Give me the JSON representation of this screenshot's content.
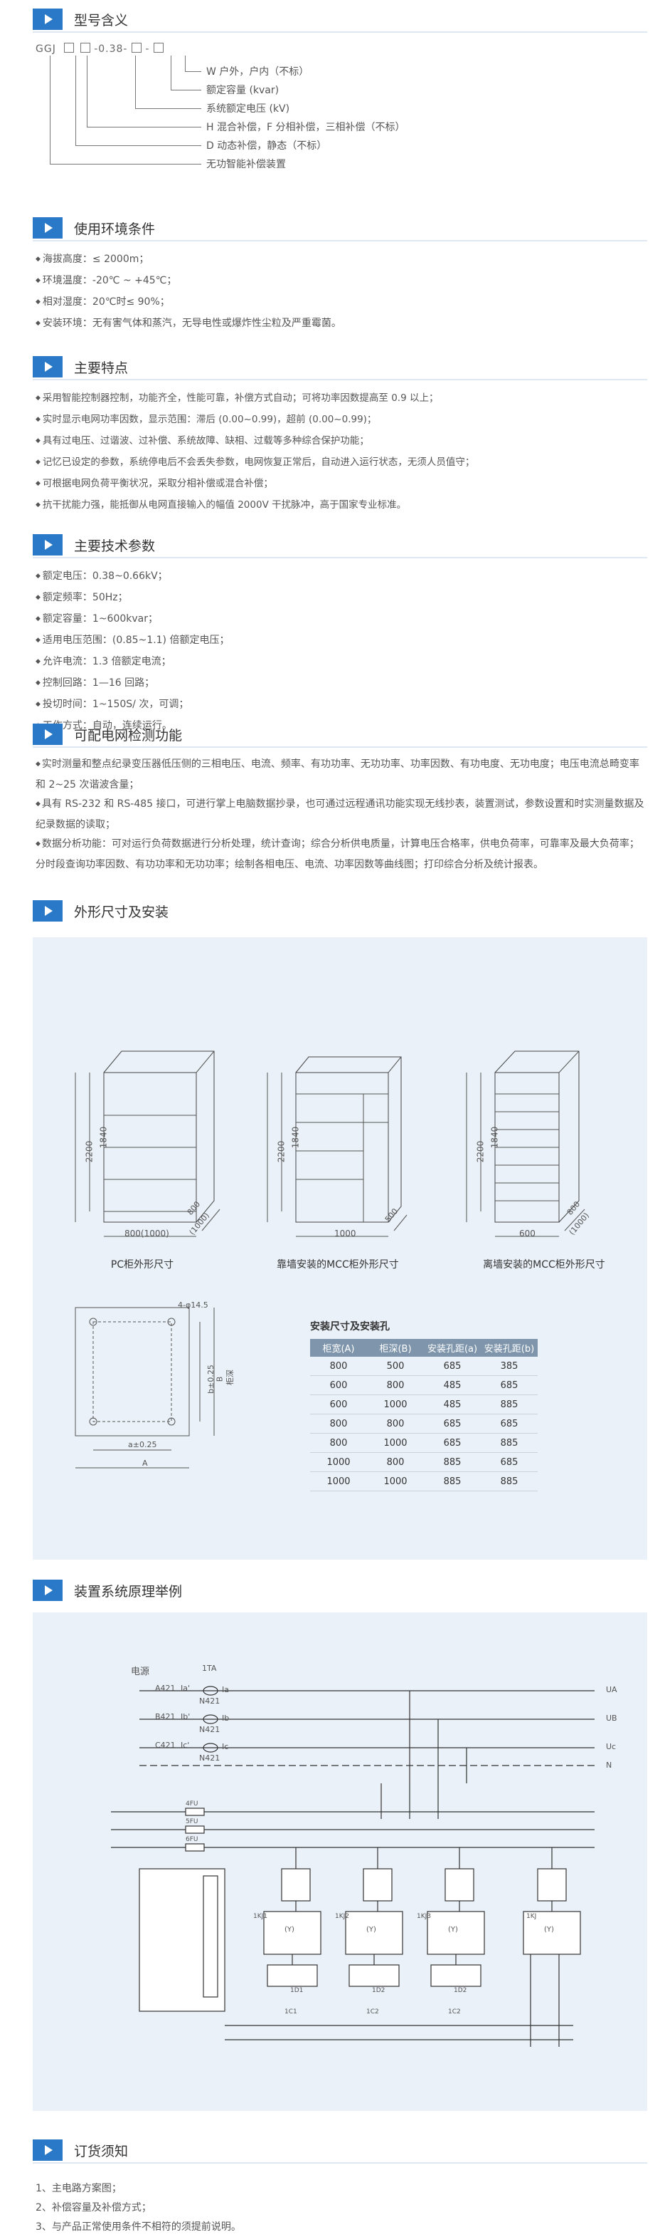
{
  "sections": {
    "model": {
      "title": "型号含义"
    },
    "env": {
      "title": "使用环境条件"
    },
    "features": {
      "title": "主要特点"
    },
    "tech": {
      "title": "主要技术参数"
    },
    "monitor": {
      "title": "可配电网检测功能"
    },
    "dims": {
      "title": "外形尺寸及安装"
    },
    "principle": {
      "title": "装置系统原理举例"
    },
    "order": {
      "title": "订货须知"
    }
  },
  "model": {
    "code_prefix": "GGJ",
    "code_sep": "-0.38-",
    "legend": [
      "W 户外，户内（不标）",
      "额定容量 (kvar)",
      "系统额定电压 (kV)",
      "H 混合补偿，F 分相补偿，三相补偿（不标）",
      "D 动态补偿，静态（不标）",
      "无功智能补偿装置"
    ]
  },
  "env_items": [
    "海拔高度：≤ 2000m；",
    "环境温度：-20℃ ~ +45℃；",
    "相对湿度：20℃时≤ 90%；",
    "安装环境：无有害气体和蒸汽，无导电性或爆炸性尘粒及严重霉菌。"
  ],
  "feature_items": [
    "采用智能控制器控制，功能齐全，性能可靠，补偿方式自动；可将功率因数提高至 0.9 以上；",
    "实时显示电网功率因数，显示范围：滞后 (0.00~0.99)，超前 (0.00~0.99)；",
    "具有过电压、过谐波、过补偿、系统故障、缺相、过载等多种综合保护功能；",
    "记忆已设定的参数，系统停电后不会丢失参数，电网恢复正常后，自动进入运行状态，无须人员值守；",
    "可根据电网负荷平衡状况，采取分相补偿或混合补偿；",
    "抗干扰能力强，能抵御从电网直接输入的幅值 2000V 干扰脉冲，高于国家专业标准。"
  ],
  "tech_items": [
    "额定电压：0.38~0.66kV；",
    "额定频率：50Hz；",
    "额定容量：1~600kvar；",
    "适用电压范围：(0.85~1.1) 倍额定电压；",
    "允许电流：1.3 倍额定电流；",
    "控制回路：1—16 回路；",
    "投切时间：1~150S/ 次，可调；",
    "工作方式：自动，连续运行。"
  ],
  "monitor_items": [
    "实时测量和整点纪录变压器低压侧的三相电压、电流、频率、有功功率、无功功率、功率因数、有功电度、无功电度；电压电流总畸变率和 2~25 次谐波含量；",
    "具有 RS-232 和 RS-485 接口，可进行掌上电脑数据抄录，也可通过远程通讯功能实现无线抄表，装置测试，参数设置和时实测量数据及纪录数据的读取；",
    "数据分析功能：可对运行负荷数据进行分析处理，统计查询；综合分析供电质量，计算电压合格率，供电负荷率，可靠率及最大负荷率；分时段查询功率因数、有功功率和无功功率；绘制各相电压、电流、功率因数等曲线图；打印综合分析及统计报表。"
  ],
  "cabinets": [
    {
      "caption": "PC柜外形尺寸",
      "height_outer": "2200",
      "height_inner": "1840",
      "width": "800(1000)",
      "depth": "800",
      "depth2": "(1000)"
    },
    {
      "caption": "靠墙安装的MCC柜外形尺寸",
      "height_outer": "2200",
      "height_inner": "1840",
      "width": "1000",
      "depth": "500",
      "depth2": ""
    },
    {
      "caption": "离墙安装的MCC柜外形尺寸",
      "height_outer": "2200",
      "height_inner": "1840",
      "width": "600",
      "depth": "800",
      "depth2": "(1000)"
    }
  ],
  "holes": {
    "hole_label": "4-φ14.5",
    "b_label": "b±0.25",
    "B_label": "B",
    "side_label": "柜深",
    "a_label": "a±0.25",
    "A_label": "A"
  },
  "spec_table": {
    "title": "安装尺寸及安装孔",
    "headers": [
      "柜宽(A)",
      "柜深(B)",
      "安装孔距(a)",
      "安装孔距(b)"
    ],
    "rows": [
      [
        "800",
        "500",
        "685",
        "385"
      ],
      [
        "600",
        "800",
        "485",
        "685"
      ],
      [
        "600",
        "1000",
        "485",
        "885"
      ],
      [
        "800",
        "800",
        "685",
        "685"
      ],
      [
        "800",
        "1000",
        "685",
        "885"
      ],
      [
        "1000",
        "800",
        "885",
        "685"
      ],
      [
        "1000",
        "1000",
        "885",
        "885"
      ]
    ]
  },
  "circuit": {
    "power_label": "电源",
    "ta_label": "1TA",
    "phases": [
      {
        "left": "A421",
        "ct": "Ia'",
        "n": "N421",
        "ia": "Ia",
        "bus": "UA"
      },
      {
        "left": "B421",
        "ct": "Ib'",
        "n": "N421",
        "ia": "Ib",
        "bus": "UB"
      },
      {
        "left": "C421",
        "ct": "Ic'",
        "n": "N421",
        "ia": "Ic",
        "bus": "Uc"
      }
    ],
    "neutral": "N",
    "fuses": [
      "4FU",
      "5FU",
      "6FU"
    ],
    "branches": [
      {
        "kj": "1KJ1",
        "y": "(Y)",
        "diode": "1D1",
        "cap": "1C1"
      },
      {
        "kj": "1KJ2",
        "y": "(Y)",
        "diode": "1D2",
        "cap": "1C2"
      },
      {
        "kj": "1KJ3",
        "y": "(Y)",
        "diode": "1D2",
        "cap": "1C2"
      },
      {
        "kj": "1KJ",
        "y": "(Y)",
        "diode": "",
        "cap": ""
      }
    ]
  },
  "order_items": [
    "1、主电路方案图；",
    "2、补偿容量及补偿方式；",
    "3、与产品正常使用条件不相符的须提前说明。"
  ],
  "colors": {
    "accent": "#2a79c8",
    "panel": "#eaf1f8",
    "table_head": "#7e95ab"
  }
}
